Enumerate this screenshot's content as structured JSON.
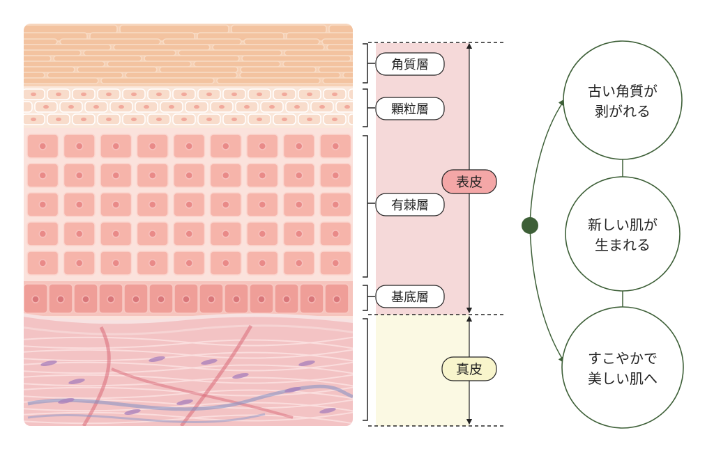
{
  "skin_layers": {
    "epidermis_label": "表皮",
    "dermis_label": "真皮",
    "stratum_corneum": "角質層",
    "stratum_granulosum": "顆粒層",
    "stratum_spinosum": "有棘層",
    "stratum_basale": "基底層"
  },
  "turnover_cycle": {
    "step_top_line1": "古い角質が",
    "step_top_line2": "剥がれる",
    "step_middle_line1": "新しい肌が",
    "step_middle_line2": "生まれる",
    "step_bottom_line1": "すこやかで",
    "step_bottom_line2": "美しい肌へ"
  },
  "colors": {
    "corneum": "#f3c3a0",
    "granulosum": "#f8dccb",
    "spinosum_cell": "#f6b4aa",
    "spinosum_bg": "#fbe2dc",
    "basale_cell": "#ef9e98",
    "nucleus": "#e98a88",
    "dermis": "#f5c8c8",
    "epidermis_band": "#f5d9d9",
    "epidermis_badge": "#f4a7a7",
    "dermis_band": "#fbf9e3",
    "dermis_badge": "#f8f5cc",
    "cycle_green": "#3d5f37"
  }
}
